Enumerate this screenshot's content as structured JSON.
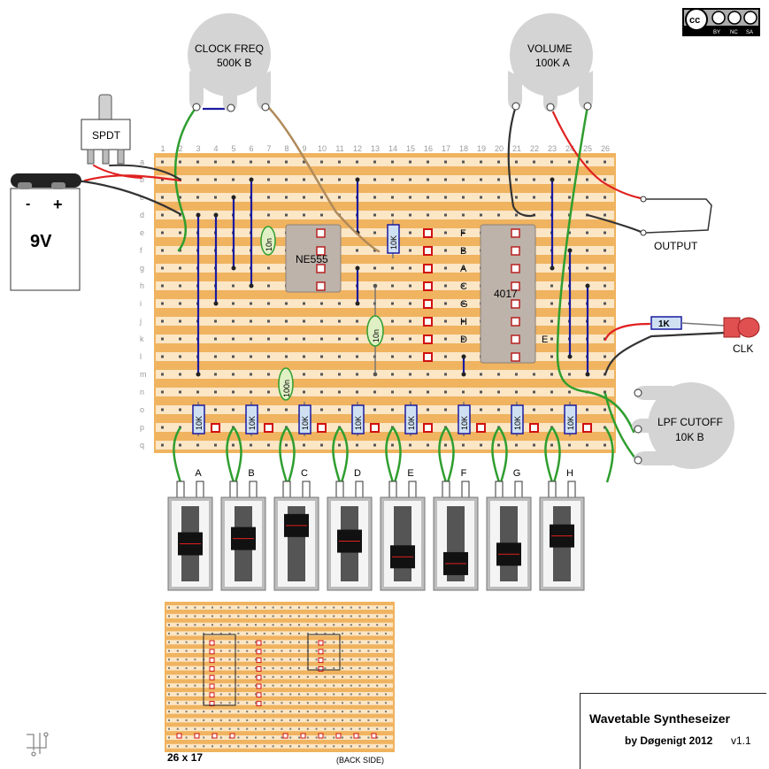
{
  "column_numbers": [
    "1",
    "2",
    "3",
    "4",
    "5",
    "6",
    "7",
    "8",
    "9",
    "10",
    "11",
    "12",
    "13",
    "14",
    "15",
    "16",
    "17",
    "18",
    "19",
    "20",
    "21",
    "22",
    "23",
    "24",
    "25",
    "26"
  ],
  "row_letters": [
    "a",
    "b",
    "c",
    "d",
    "e",
    "f",
    "g",
    "h",
    "i",
    "j",
    "k",
    "l",
    "m",
    "n",
    "o",
    "p",
    "q"
  ],
  "license": {
    "cc": "cc",
    "by": "BY",
    "nc": "NC",
    "sa": "SA"
  },
  "switch": {
    "label": "SPDT"
  },
  "battery": {
    "minus": "-",
    "plus": "+",
    "label": "9V"
  },
  "pots": {
    "clock": {
      "line1": "CLOCK FREQ",
      "line2": "500K B"
    },
    "volume": {
      "line1": "VOLUME",
      "line2": "100K A"
    },
    "lpf": {
      "line1": "LPF CUTOFF",
      "line2": "10K B"
    }
  },
  "output_label": "OUTPUT",
  "clk_label": "CLK",
  "clk_resistor": "1K",
  "chips": {
    "timer": "NE555",
    "counter": "4017"
  },
  "caps": {
    "c1": "10n",
    "c2": "10n",
    "c3": "100n"
  },
  "resistor_10k": "10K",
  "step_letters": [
    "F",
    "B",
    "A",
    "C",
    "G",
    "H",
    "D"
  ],
  "step_e": "E",
  "slider_labels": [
    "A",
    "B",
    "C",
    "D",
    "E",
    "F",
    "G",
    "H"
  ],
  "slider_levels": [
    0.5,
    0.4,
    0.15,
    0.45,
    0.75,
    0.88,
    0.7,
    0.35
  ],
  "back_board": {
    "size": "26 x 17",
    "side": "(BACK SIDE)"
  },
  "title": "Wavetable Syntheseizer",
  "byline": "by Døgenigt 2012",
  "version": "v1.1",
  "colors": {
    "board": "#f0b35f",
    "strip": "#fbe6c6",
    "jumper": "#1a1aa0",
    "pot": "#d4d4d4",
    "chip": "#bdb3aa",
    "wire_green": "#2f9e2f",
    "wire_red": "#e02020",
    "wire_brown": "#b08a5a"
  }
}
